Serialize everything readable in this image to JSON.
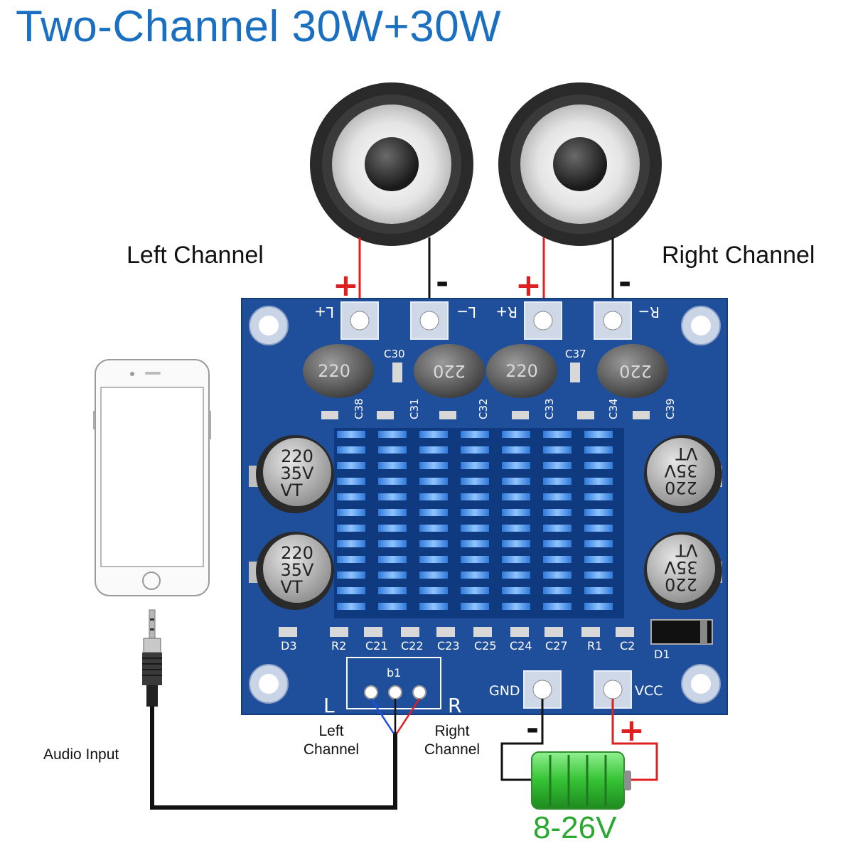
{
  "title": "Two-Channel 30W+30W",
  "labels": {
    "left_channel": "Left Channel",
    "right_channel": "Right Channel",
    "audio_input": "Audio Input",
    "input_left_line1": "Left",
    "input_left_line2": "Channel",
    "input_right_line1": "Right",
    "input_right_line2": "Channel",
    "voltage": "8-26V"
  },
  "signs": {
    "plus": "+",
    "minus": "-"
  },
  "board": {
    "outputs": [
      "L+",
      "L−",
      "R+",
      "R−"
    ],
    "input_header": "b1",
    "input_l": "L",
    "input_r": "R",
    "gnd": "GND",
    "vcc": "VCC",
    "inductor_value": "220",
    "cap_lines": [
      "220",
      "35V",
      "VT"
    ],
    "top_refs": [
      "C30",
      "C37",
      "C38",
      "C31",
      "C32",
      "C33",
      "C34",
      "C39"
    ],
    "bottom_refs": [
      "D3",
      "R2",
      "C21",
      "C22",
      "C23",
      "C25",
      "C24",
      "C27",
      "R1",
      "C2",
      "D1"
    ]
  },
  "colors": {
    "title": "#1a6fc0",
    "board": "#1f4f9a",
    "wire_red": "#e02020",
    "wire_black": "#111111",
    "battery": "#3cc43c",
    "voltage": "#2aa830"
  }
}
